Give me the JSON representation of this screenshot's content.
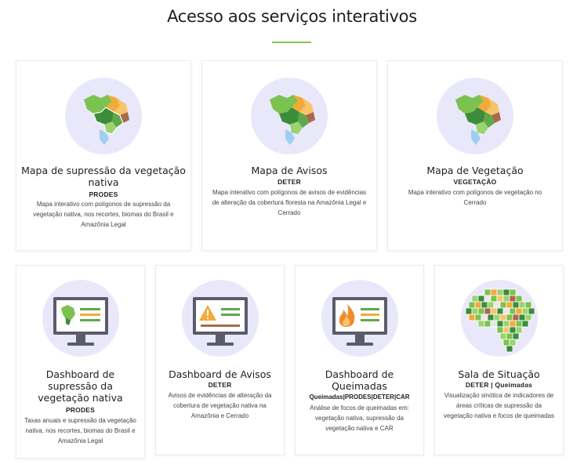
{
  "page": {
    "title": "Acesso aos serviços interativos"
  },
  "cards": [
    {
      "title": "Mapa de supressão da vegetação nativa",
      "subtitle": "PRODES",
      "description": "Mapa interativo com polígonos de supressão da vegetação nativa, nos recortes, biomas do Brasil e Amazônia Legal",
      "icon": "brazil-map-icon"
    },
    {
      "title": "Mapa de Avisos",
      "subtitle": "DETER",
      "description": "Mapa interativo com polígonos de avisos de evidências de alteração da cobertura floresta na Amazônia Legal e Cerrado",
      "icon": "brazil-map-icon"
    },
    {
      "title": "Mapa de Vegetação",
      "subtitle": "VEGETAÇÃO",
      "description": "Mapa interativo com polígonos de vegetação no Cerrado",
      "icon": "brazil-map-icon"
    },
    {
      "title": "Dashboard de supressão da vegetação nativa",
      "subtitle": "PRODES",
      "description": "Taxas anuais e supressão da vegetação nativa, nos recortes, biomas do Brasil e Amazônia Legal",
      "icon": "monitor-map-icon"
    },
    {
      "title": "Dashboard de Avisos",
      "subtitle": "DETER",
      "description": "Avisos de evidências de alteração da cobertura de vegetação nativa na Amazônia e Cerrado",
      "icon": "monitor-warning-icon"
    },
    {
      "title": "Dashboard de Queimadas",
      "subtitle": "Queimadas|PRODES|DETER|CAR",
      "description": "Análise de focos de queimadas em: vegetação nativa, supressão da vegetação nativa e CAR",
      "icon": "monitor-fire-icon"
    },
    {
      "title": "Sala de Situação",
      "subtitle": "DETER | Queimadas",
      "description": "Visualização sinótica de indicadores de áreas críticas de supressão da vegetação nativa e focos de queimadas",
      "icon": "grid-map-icon"
    }
  ],
  "colors": {
    "accent": "#8bc34a",
    "icon_circle": "#e9e8fb",
    "monitor_frame": "#5b5b6b",
    "green": "#7bc24e",
    "dark_green": "#3c8d3a",
    "orange": "#f4a93b",
    "brown": "#a86a4a",
    "light_blue": "#9ecff2"
  }
}
